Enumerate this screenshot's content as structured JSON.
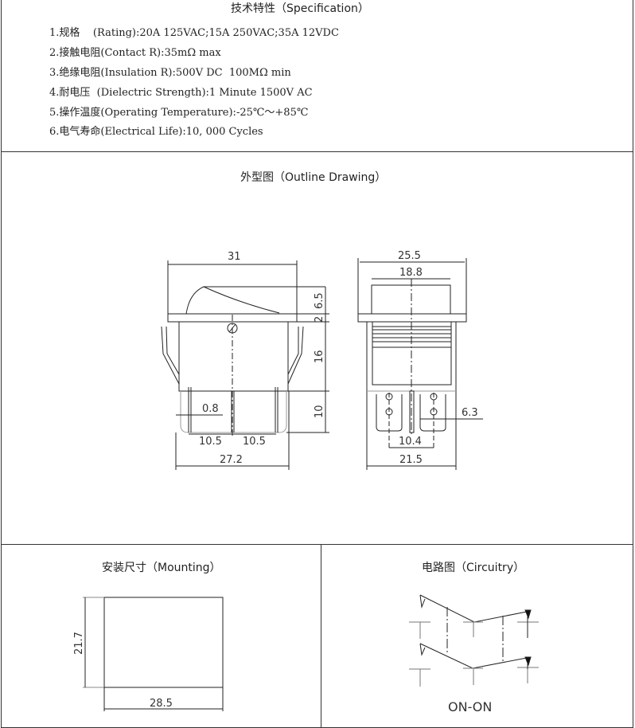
{
  "spec": {
    "title": "技术特性（Specification）",
    "items": [
      "1.规格    (Rating):20A 125VAC;15A 250VAC;35A 12VDC",
      "2.接触电阻(Contact R):35mΩ max",
      "3.绝缘电阻(Insulation R):500V DC  100MΩ min",
      "4.耐电压  (Dielectric Strength):1 Minute 1500V AC",
      "5.操作温度(Operating Temperature):-25℃～+85℃",
      "6.电气寿命(Electrical Life):10, 000 Cycles"
    ]
  },
  "outline": {
    "title": "外型图（Outline Drawing）",
    "side_view": {
      "width": "31",
      "rocker_height": "6.5",
      "flange": "2",
      "body_height": "16",
      "terminal_length": "10",
      "terminal_thickness": "0.8",
      "pitch_left": "10.5",
      "pitch_right": "10.5",
      "body_width": "27.2"
    },
    "front_view": {
      "flange_width": "25.5",
      "rocker_width": "18.8",
      "terminal_width": "6.3",
      "terminal_pitch": "10.4",
      "body_width": "21.5"
    }
  },
  "mounting": {
    "title": "安装尺寸（Mounting）",
    "height": "21.7",
    "width": "28.5"
  },
  "circuit": {
    "title": "电路图（Circuitry）",
    "label": "ON-ON"
  }
}
